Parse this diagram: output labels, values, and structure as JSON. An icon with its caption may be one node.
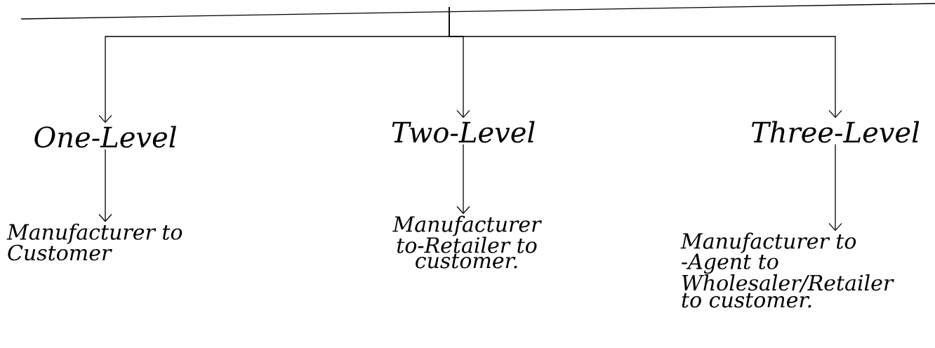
{
  "diagram": {
    "nodes": [
      {
        "text": [
          "One-Level"
        ]
      },
      {
        "text": [
          "Two-Level"
        ]
      },
      {
        "text": [
          "Three-Level"
        ]
      },
      {
        "text": [
          "Manufacturer to Customer"
        ]
      },
      {
        "text": [
          "Manufacturer to-Retailer to customer."
        ]
      },
      {
        "text": [
          "Manufacturer to -Agent to Wholesaler/Retailer to customer."
        ]
      }
    ],
    "edges": [
      {
        "from": null,
        "to": 0,
        "arrow": "to"
      },
      {
        "from": null,
        "to": 1,
        "arrow": "to"
      },
      {
        "from": null,
        "to": 2,
        "arrow": "to"
      },
      {
        "from": 0,
        "to": 3,
        "arrow": "to"
      },
      {
        "from": 1,
        "to": 4,
        "arrow": "to"
      },
      {
        "from": 2,
        "to": 5,
        "arrow": "to"
      }
    ]
  }
}
